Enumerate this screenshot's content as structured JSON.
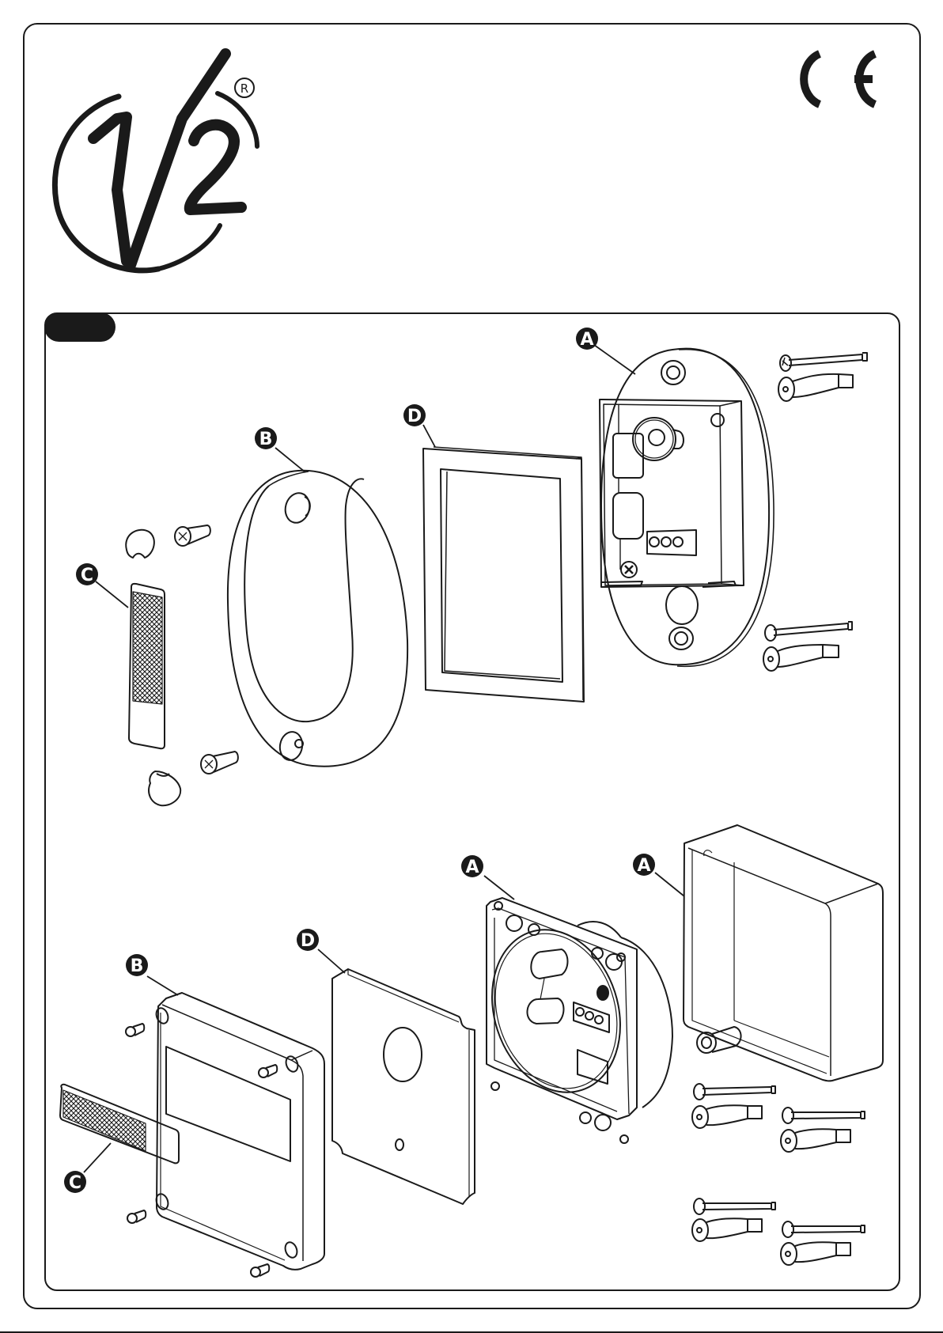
{
  "document": {
    "brand_logo": "V2",
    "registered_mark": "R",
    "certification_mark": "CE",
    "colors": {
      "ink": "#1a1a1a",
      "paper": "#ffffff"
    }
  },
  "figure": {
    "top_assembly": {
      "labels": [
        "A",
        "B",
        "C",
        "D"
      ]
    },
    "bottom_assembly": {
      "labels": [
        "A",
        "A",
        "B",
        "C",
        "D"
      ]
    }
  }
}
